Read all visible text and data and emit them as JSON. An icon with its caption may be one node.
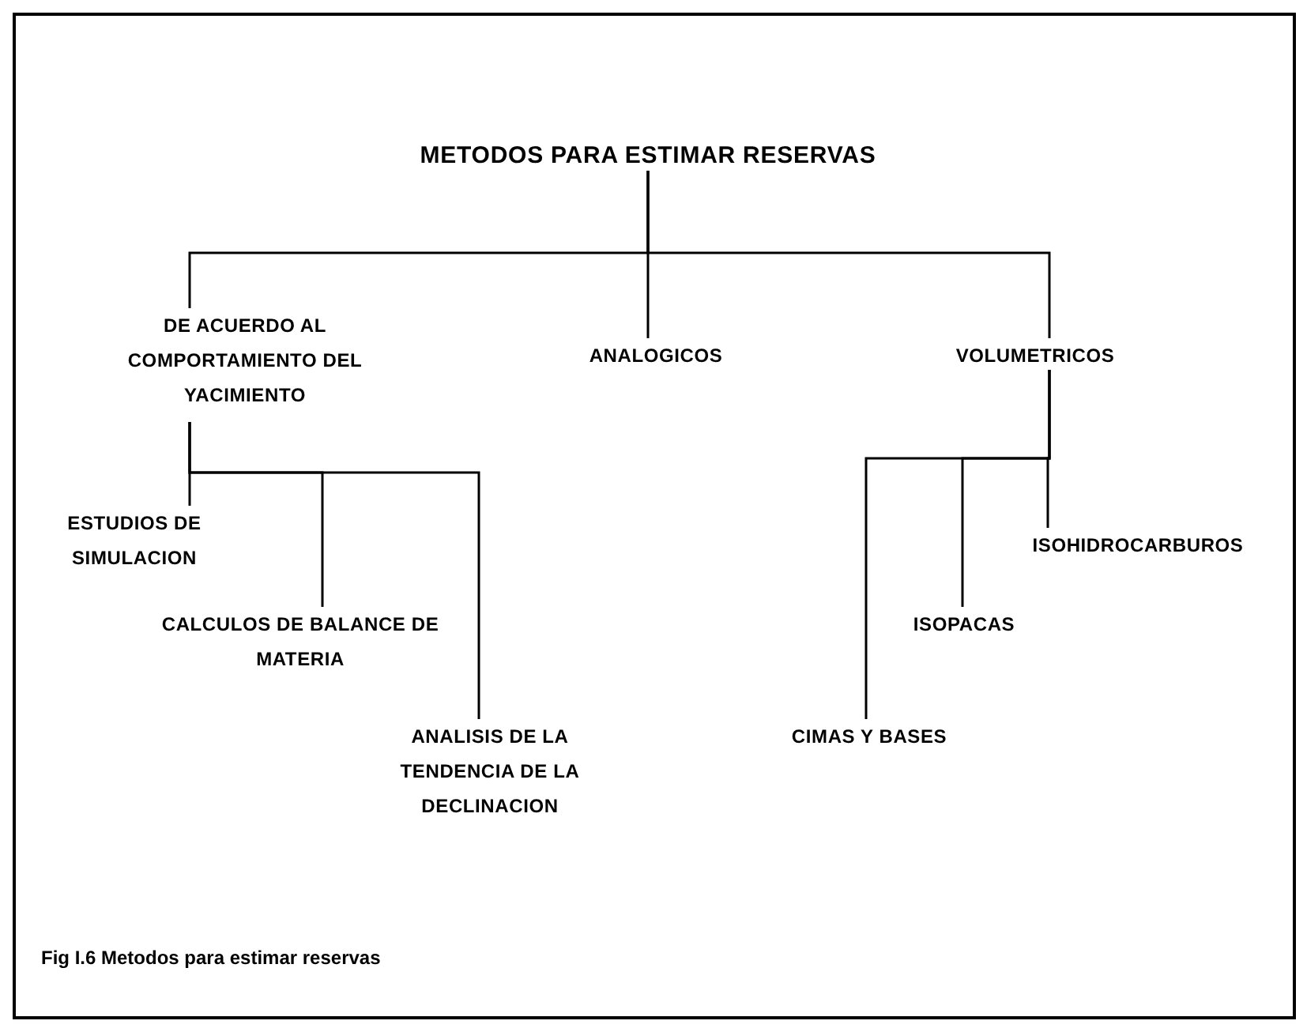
{
  "diagram": {
    "caption": "Fig I.6 Metodos para estimar reservas",
    "nodes": [
      {
        "text": [
          "METODOS PARA ESTIMAR RESERVAS"
        ]
      },
      {
        "text": [
          "DE ACUERDO AL COMPORTAMIENTO DEL YACIMIENTO"
        ]
      },
      {
        "text": [
          "ANALOGICOS"
        ]
      },
      {
        "text": [
          "VOLUMETRICOS"
        ]
      },
      {
        "text": [
          "ESTUDIOS DE SIMULACION"
        ]
      },
      {
        "text": [
          "CALCULOS DE BALANCE DE MATERIA"
        ]
      },
      {
        "text": [
          "ANALISIS DE LA TENDENCIA DE LA DECLINACION"
        ]
      },
      {
        "text": [
          "ISOHIDROCARBUROS"
        ]
      },
      {
        "text": [
          "ISOPACAS"
        ]
      },
      {
        "text": [
          "CIMAS Y BASES"
        ]
      }
    ],
    "edges": [
      {
        "from": 0,
        "to": 1,
        "arrow": "none"
      },
      {
        "from": 0,
        "to": 2,
        "arrow": "none"
      },
      {
        "from": 0,
        "to": 3,
        "arrow": "none"
      },
      {
        "from": 1,
        "to": 4,
        "arrow": "none"
      },
      {
        "from": 1,
        "to": 5,
        "arrow": "none"
      },
      {
        "from": 1,
        "to": 6,
        "arrow": "none"
      },
      {
        "from": 3,
        "to": 7,
        "arrow": "none"
      },
      {
        "from": 3,
        "to": 8,
        "arrow": "none"
      },
      {
        "from": 3,
        "to": 9,
        "arrow": "none"
      }
    ]
  }
}
